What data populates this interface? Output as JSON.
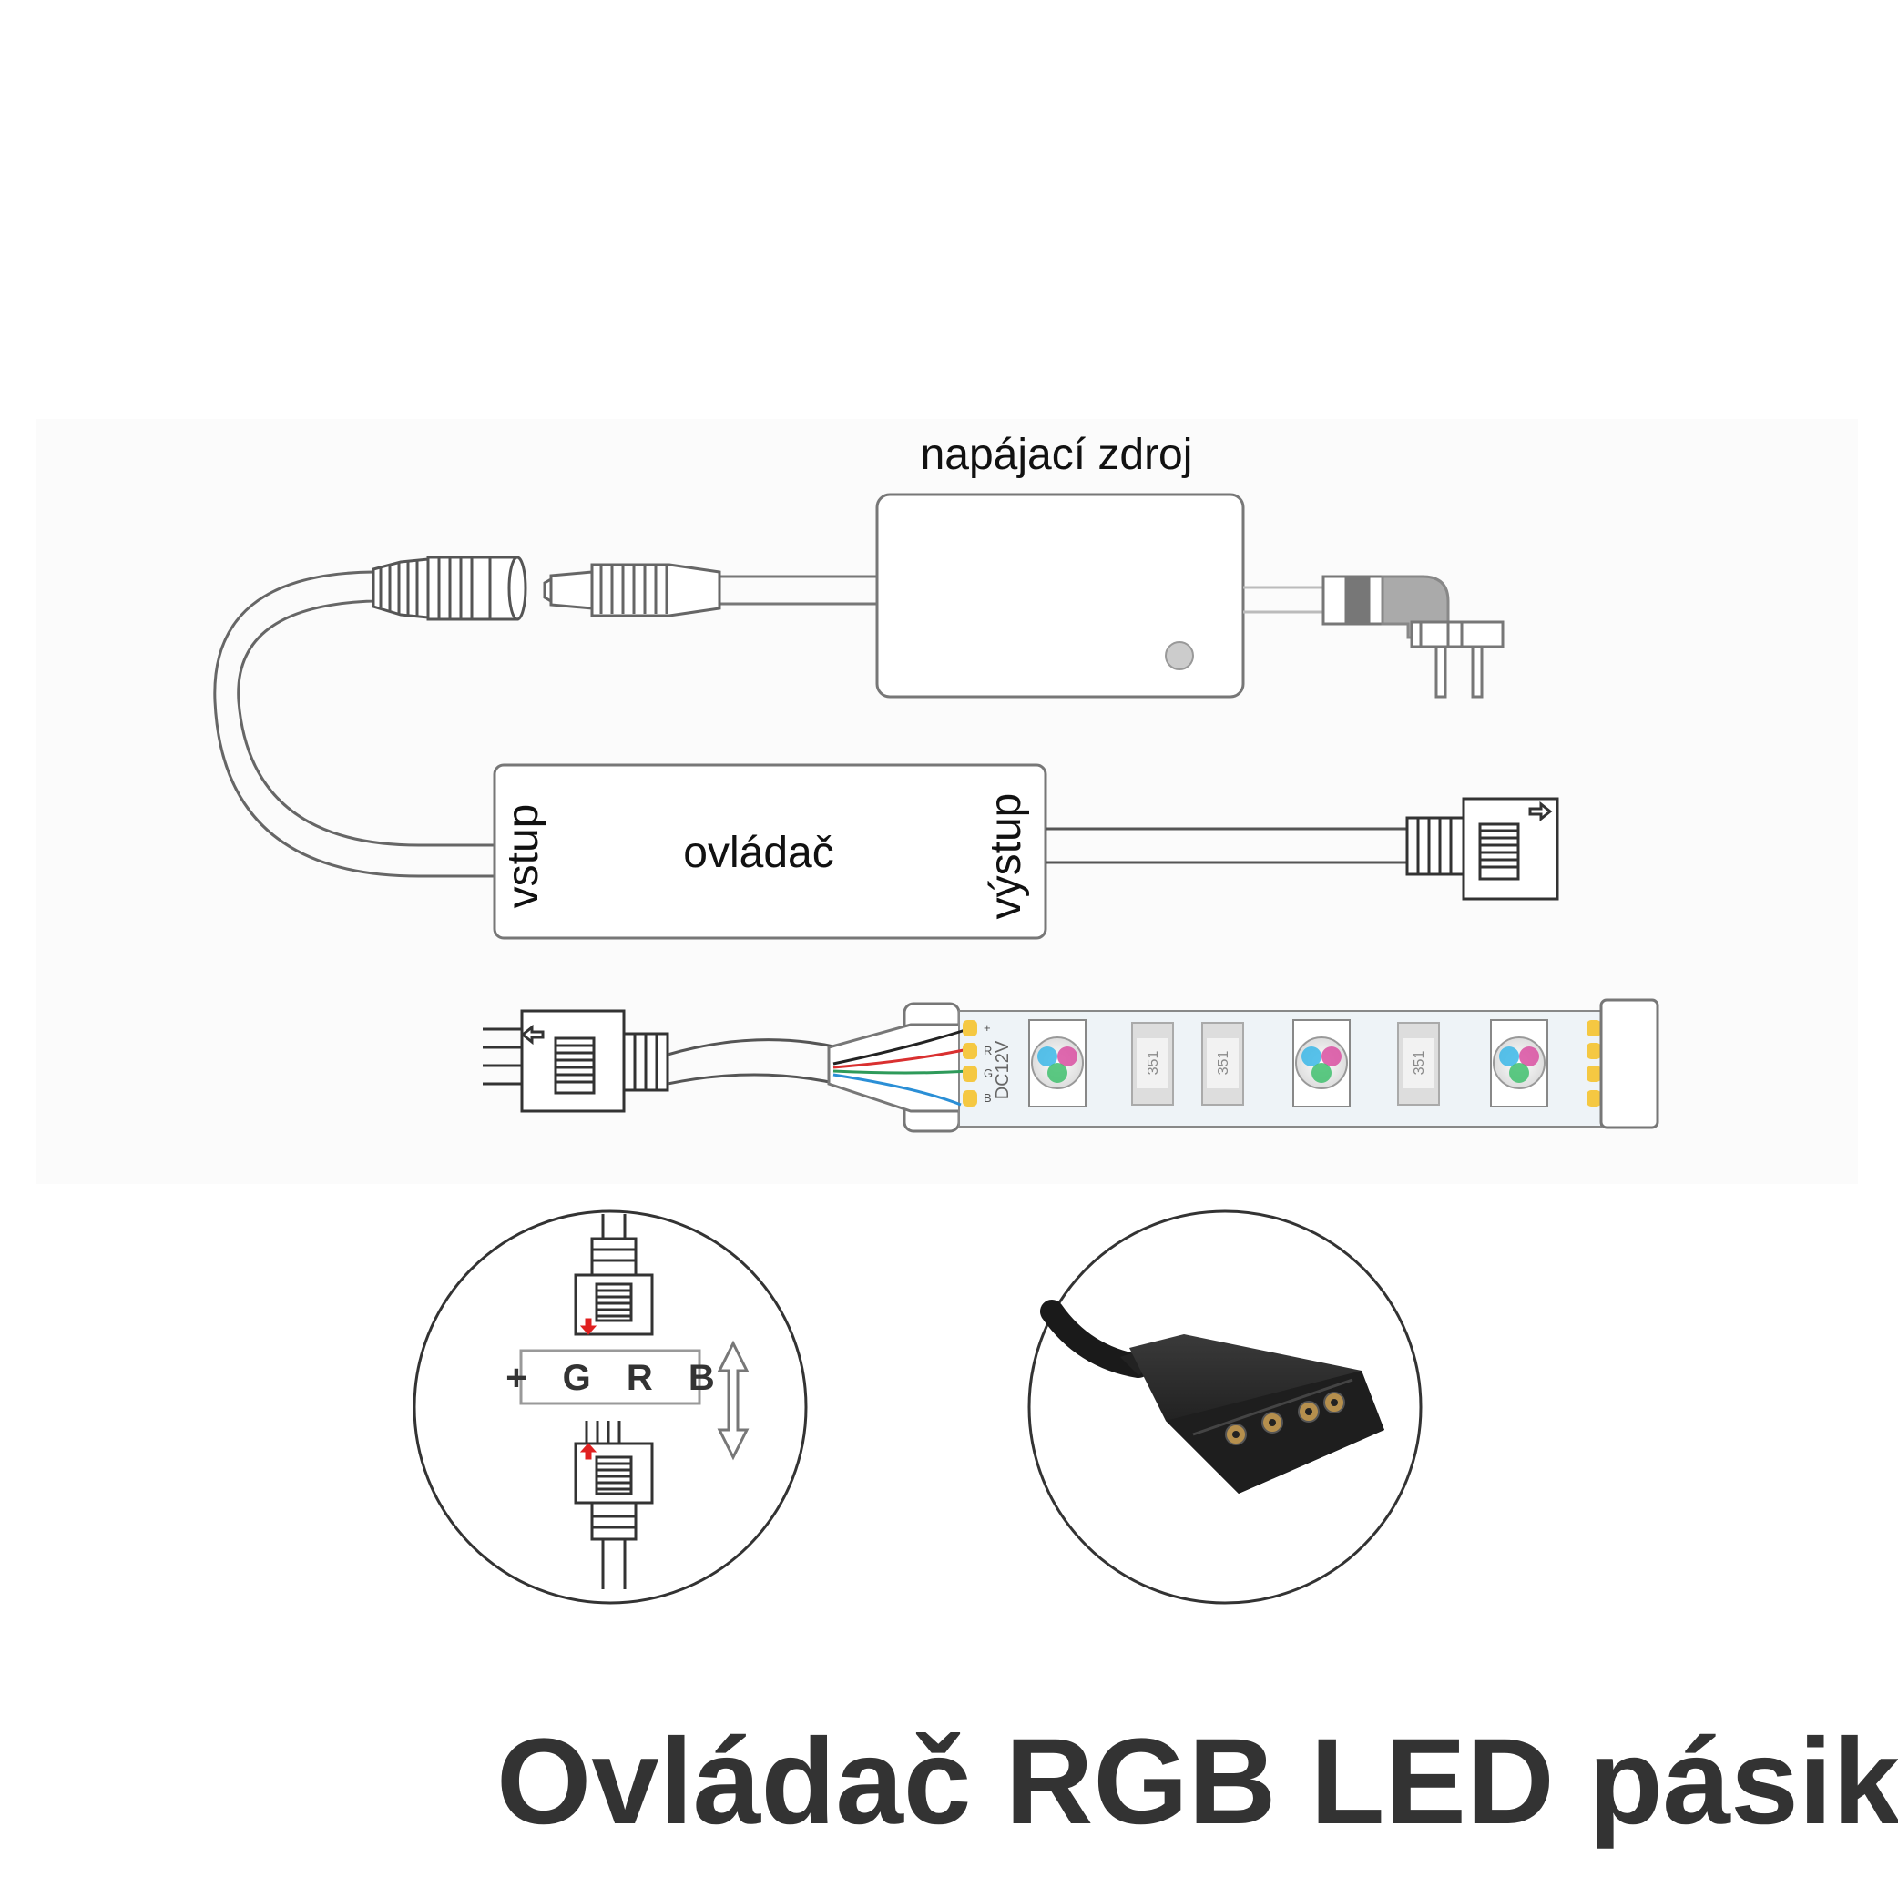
{
  "labels": {
    "power_supply": "napájací zdroj",
    "controller": "ovládač",
    "input": "vstup",
    "output": "výstup"
  },
  "strip": {
    "voltage": "DC12V",
    "pins": [
      "+",
      "R",
      "G",
      "B"
    ],
    "chip_code": "351"
  },
  "connector_detail": {
    "pinout": "+ G R B"
  },
  "title": "Ovládač RGB LED pásika",
  "colors": {
    "title": "#333333",
    "wire_red": "#d93030",
    "wire_green": "#2e9a5a",
    "wire_blue": "#2b8fd6",
    "wire_black": "#222222",
    "pad_gold": "#f5c842",
    "strip_bg": "#eef3f7",
    "arrow_red": "#e02020"
  },
  "icons": [
    "dc-female-plug-icon",
    "dc-male-plug-icon",
    "power-plug-icon",
    "rgb-led-icon",
    "double-arrow-icon"
  ]
}
